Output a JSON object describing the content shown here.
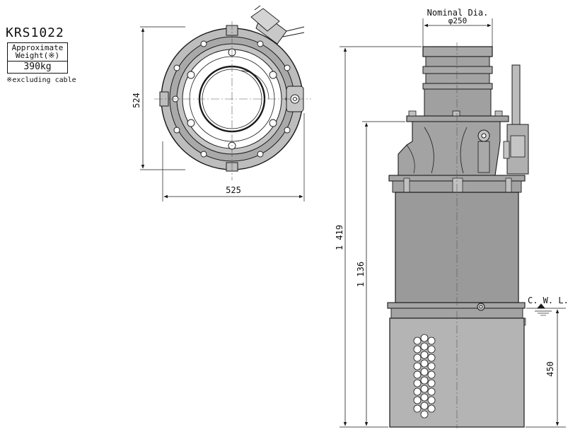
{
  "model": "KRS1022",
  "weight": {
    "label_line1": "Approximate",
    "label_line2": "Weight(※)",
    "value": "390kg",
    "note": "※excluding cable"
  },
  "top_view": {
    "height_dim": "524",
    "width_dim": "525"
  },
  "side_view": {
    "nominal_label": "Nominal Dia.",
    "nominal_value": "φ250",
    "total_height": "1 419",
    "body_height": "1 136",
    "cwl_label": "C. W. L.",
    "strainer_height": "450"
  },
  "colors": {
    "line": "#1a1a1a",
    "center_line": "#555555",
    "body_fill": "#9a9a9a",
    "top_fill": "#a8a8a8",
    "strainer_fill": "#b4b4b4",
    "background": "#ffffff"
  }
}
